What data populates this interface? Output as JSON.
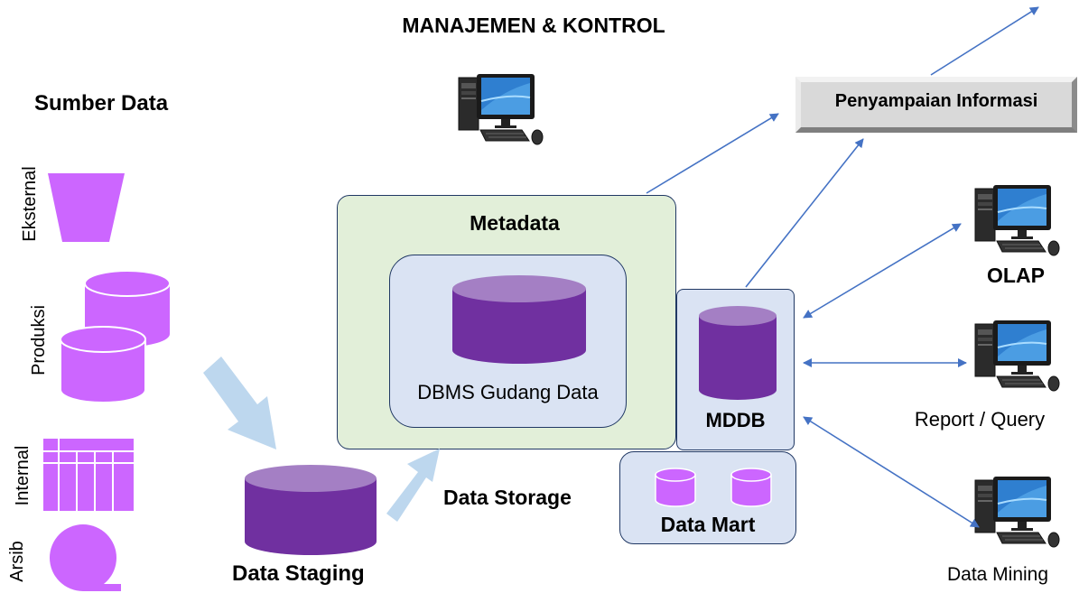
{
  "title": "MANAJEMEN & KONTROL",
  "sources": {
    "heading": "Sumber Data",
    "items": [
      "Eksternal",
      "Produksi",
      "Internal",
      "Arsib"
    ]
  },
  "staging": "Data Staging",
  "storage": {
    "label": "Data Storage",
    "metadata": "Metadata",
    "dbms": "DBMS Gudang Data",
    "mddb": "MDDB",
    "data_mart": "Data Mart"
  },
  "delivery": "Penyampaian Informasi",
  "tools": [
    "OLAP",
    "Report / Query",
    "Data Mining"
  ],
  "colors": {
    "cylinder": "#7030a0",
    "cylinder_top": "#a47fc4",
    "source_shape": "#cc66ff",
    "metadata_bg": "#e2efd9",
    "inner_bg": "#dae3f3",
    "box_border": "#203864",
    "arrow": "#4472c4",
    "flow_arrow": "#bdd7ee"
  }
}
